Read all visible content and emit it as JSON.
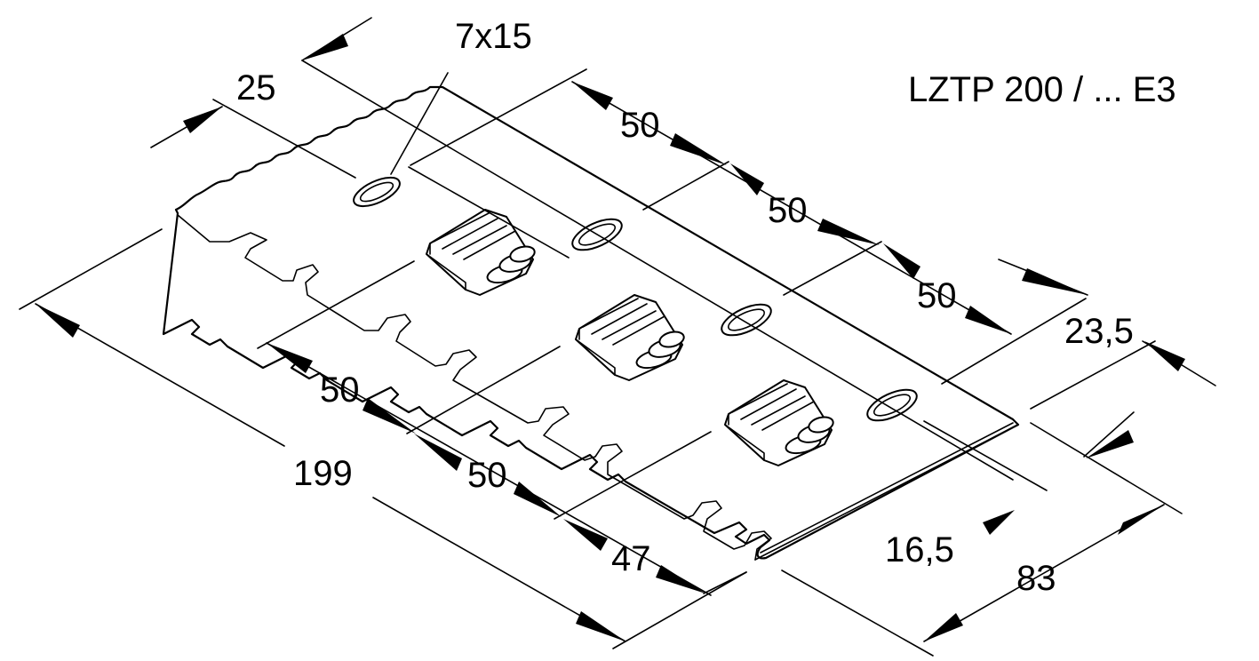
{
  "title": "LZTP 200 / ... E3",
  "dimensions": {
    "slot_size": "7x15",
    "width_25": "25",
    "top_50_a": "50",
    "top_50_b": "50",
    "top_50_c": "50",
    "right_23_5": "23,5",
    "overall_199": "199",
    "bottom_50_a": "50",
    "bottom_50_b": "50",
    "bottom_47": "47",
    "right_16_5": "16,5",
    "overall_83": "83"
  }
}
